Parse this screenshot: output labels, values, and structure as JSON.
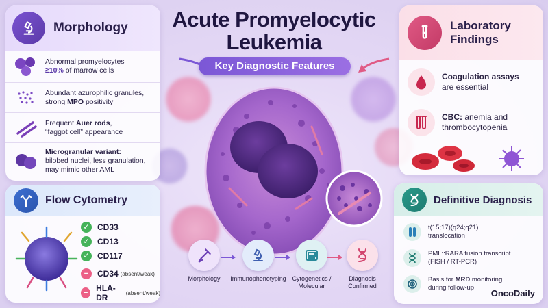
{
  "header": {
    "title_line1": "Acute Promyelocytic",
    "title_line2": "Leukemia",
    "subtitle": "Key Diagnostic Features"
  },
  "morphology": {
    "title": "Morphology",
    "items": [
      {
        "line1": "Abnormal promyelocytes",
        "line2_bold": "≥10%",
        "line2_rest": " of marrow cells"
      },
      {
        "line1": "Abundant azurophilic granules,",
        "line2_pre": "strong ",
        "line2_bold": "MPO",
        "line2_rest": " positivity"
      },
      {
        "line1_pre": "Frequent ",
        "line1_bold": "Auer rods",
        "line1_rest": ",",
        "line2": "“faggot cell” appearance"
      },
      {
        "line1_bold": "Microgranular variant:",
        "line2": "bilobed nuclei, less granulation,",
        "line3": "may mimic other AML"
      }
    ]
  },
  "flow_cytometry": {
    "title": "Flow Cytometry",
    "markers": [
      {
        "label": "CD33",
        "status": "positive",
        "note": ""
      },
      {
        "label": "CD13",
        "status": "positive",
        "note": ""
      },
      {
        "label": "CD117",
        "status": "positive",
        "note": ""
      },
      {
        "label": "CD34",
        "status": "negative",
        "note": "(absent/weak)"
      },
      {
        "label": "HLA-DR",
        "status": "negative",
        "note": "(absent/weak)"
      }
    ]
  },
  "lab_findings": {
    "title_line1": "Laboratory",
    "title_line2": "Findings",
    "items": [
      {
        "bold": "Coagulation assays",
        "rest": "are essential"
      },
      {
        "bold": "CBC:",
        "rest_line1": " anemia and",
        "rest_line2": "thrombocytopenia"
      }
    ]
  },
  "definitive_diagnosis": {
    "title": "Definitive Diagnosis",
    "items": [
      {
        "line1": "t(15;17)(q24;q21)",
        "line2": "translocation"
      },
      {
        "line1": "PML::RARA fusion transcript",
        "line2": "(FISH / RT-PCR)"
      },
      {
        "line1_pre": "Basis for ",
        "line1_bold": "MRD",
        "line1_rest": " monitoring",
        "line2": "during follow-up"
      }
    ],
    "brand": "OncoDaily"
  },
  "workflow": {
    "steps": [
      {
        "label_line1": "Morphology",
        "label_line2": ""
      },
      {
        "label_line1": "Immunophenotyping",
        "label_line2": ""
      },
      {
        "label_line1": "Cytogenetics /",
        "label_line2": "Molecular"
      },
      {
        "label_line1": "Diagnosis",
        "label_line2": "Confirmed"
      }
    ]
  },
  "colors": {
    "morphology_accent": "#7a52d1",
    "flow_accent": "#3d6fd1",
    "lab_accent": "#e05a85",
    "diagnosis_accent": "#2a9a8a",
    "positive": "#45b35a",
    "negative": "#ec5f86"
  }
}
